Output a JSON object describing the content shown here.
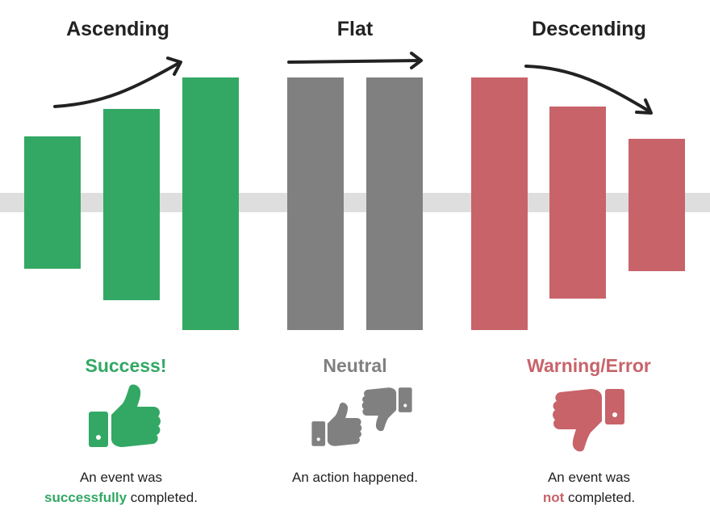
{
  "colors": {
    "success": "#33a864",
    "neutral": "#808080",
    "error": "#c8636a",
    "baseline": "#dedede",
    "text": "#222222"
  },
  "groups": [
    {
      "heading": "Ascending",
      "status": "Success!",
      "desc_line1": "An event was",
      "desc_emph": "successfully",
      "desc_line2_rest": " completed.",
      "icon": "thumbs-up-icon"
    },
    {
      "heading": "Flat",
      "status": "Neutral",
      "desc_line1": "An action happened.",
      "icon": "thumbs-up-down-icon"
    },
    {
      "heading": "Descending",
      "status": "Warning/Error",
      "desc_line1": "An event was",
      "desc_emph": "not",
      "desc_line2_rest": " completed.",
      "icon": "thumbs-down-icon"
    }
  ]
}
